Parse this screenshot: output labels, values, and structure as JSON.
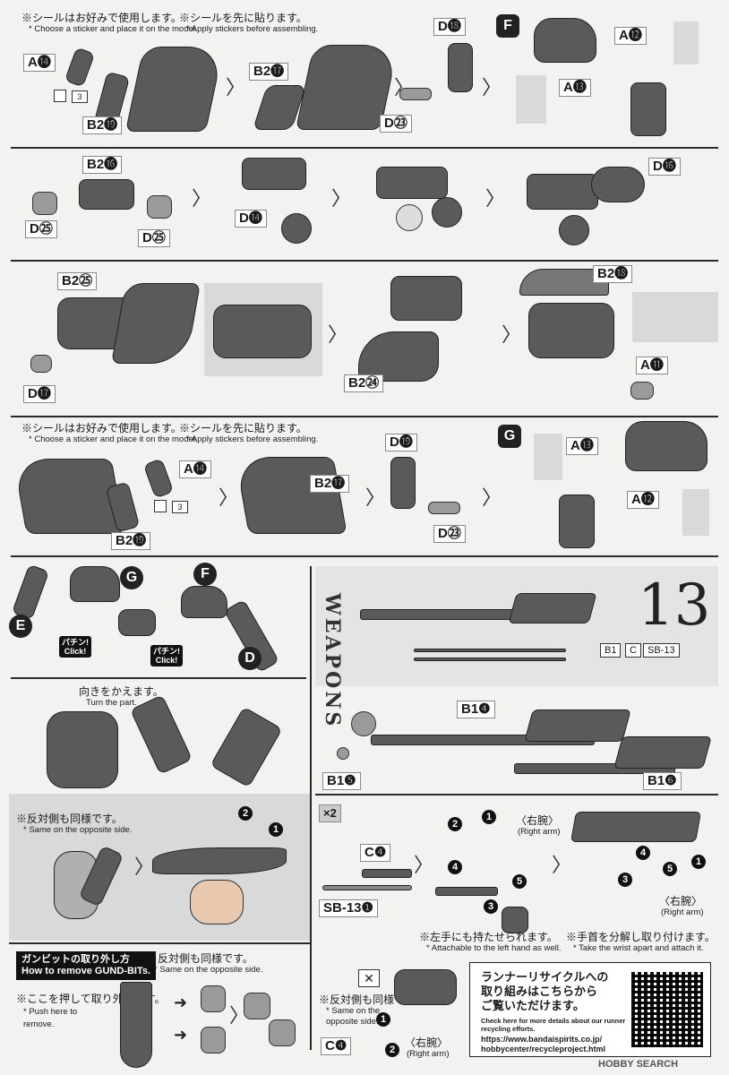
{
  "row1": {
    "note_left_jp": "※シールはお好みで使用します。",
    "note_left_en": "* Choose a sticker and place it on the model.",
    "note_right_jp": "※シールを先に貼ります。",
    "note_right_en": "* Apply stickers before assembling.",
    "lbl_a14": "A⓮",
    "lbl_b2_19": "B2⓳",
    "sticker_num": "3",
    "lbl_b2_17": "B2⓱",
    "lbl_d18": "D⓲",
    "lbl_d23": "D㉓",
    "section": "F",
    "lbl_a12": "A⓬",
    "lbl_a13": "A⓭"
  },
  "row2": {
    "lbl_b2_16": "B2⓰",
    "lbl_d25_left": "D㉕",
    "lbl_d25_right": "D㉕",
    "lbl_d14": "D⓮",
    "lbl_d16": "D⓰"
  },
  "row3": {
    "lbl_b2_25": "B2㉕",
    "lbl_d17": "D⓱",
    "lbl_b2_24": "B2㉔",
    "lbl_b2_18": "B2⓲",
    "lbl_a11": "A⓫"
  },
  "row4": {
    "note_left_jp": "※シールはお好みで使用します。",
    "note_left_en": "* Choose a sticker and place it on the model.",
    "note_right_jp": "※シールを先に貼ります。",
    "note_right_en": "* Apply stickers before assembling.",
    "lbl_a14": "A⓮",
    "lbl_b2_19": "B2⓳",
    "sticker_num": "3",
    "lbl_b2_17": "B2⓱",
    "lbl_d19": "D⓳",
    "lbl_d23": "D㉓",
    "section": "G",
    "lbl_a13": "A⓭",
    "lbl_a12": "A⓬"
  },
  "assembly": {
    "sec_g": "G",
    "sec_f": "F",
    "sec_e": "E",
    "sec_d": "D",
    "click1": "パチン!\nClick!",
    "click2": "パチン!\nClick!",
    "turn_jp": "向きをかえます。",
    "turn_en": "Turn the part."
  },
  "weapons": {
    "title": "WEAPONS",
    "number": "13",
    "runner_b1": "B1",
    "runner_c": "C",
    "runner_sb": "SB-13",
    "lbl_b1_4": "B1❹",
    "lbl_b1_5": "B1❺",
    "lbl_b1_6": "B1❻",
    "x2": "×2",
    "lbl_c4": "C❹",
    "lbl_sb13_1": "SB-13❶",
    "right_arm_jp": "〈右腕〉",
    "right_arm_en": "(Right arm)",
    "left_hand_jp": "※左手にも持たせられます。",
    "left_hand_en": "* Attachable to the left hand as well.",
    "wrist_jp": "※手首を分解し取り付けます。",
    "wrist_en": "* Take the wrist apart and attach it.",
    "right_arm2_jp": "〈右腕〉",
    "right_arm2_en": "(Right arm)"
  },
  "lower_left": {
    "same_jp": "※反対側も同様です。",
    "same_en": "* Same on the opposite side.",
    "gundbit_jp": "ガンビットの取り外し方",
    "gundbit_en": "How to remove GUND-BITs.",
    "same2_jp": "※反対側も同様です。",
    "same2_en": "* Same on the opposite side.",
    "push_jp": "※ここを押して取り外します。",
    "push_en1": "* Push here to",
    "push_en2": "remove."
  },
  "lower_mid": {
    "same_jp": "※反対側も同様です。",
    "same_en1": "* Same on the",
    "same_en2": "opposite side.",
    "lbl_c4": "C❹",
    "right_arm_jp": "〈右腕〉",
    "right_arm_en": "(Right arm)"
  },
  "recycle": {
    "heading_jp1": "ランナーリサイクルへの",
    "heading_jp2": "取り組みはこちらから",
    "heading_jp3": "ご覧いただけます。",
    "text_en1": "Check here for more details about our runner",
    "text_en2": "recycling efforts.",
    "url1": "https://www.bandaispirits.co.jp/",
    "url2": "hobbycenter/recycleproject.html"
  },
  "watermark": "HOBBY SEARCH"
}
